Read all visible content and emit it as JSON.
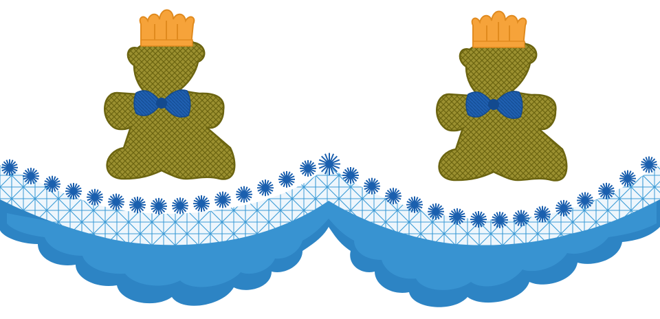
{
  "scene": {
    "subject": "embroidery-design",
    "motifs": [
      "crowned-teddy-bear-left",
      "crowned-teddy-bear-right",
      "scalloped-lace-border"
    ]
  },
  "colors": {
    "background": "#ffffff",
    "bear_fill": "#8f8422",
    "bear_stroke": "#6b6410",
    "crown": "#f6a33a",
    "crown_dark": "#e08a1e",
    "bowtie": "#1f5fb0",
    "bowtie_dark": "#134a8f",
    "lace_fill": "#eaf3fb",
    "lace_lines": "#3a9ad6",
    "scallop_blue": "#2d84c4",
    "flower_blue": "#1a5fae"
  }
}
